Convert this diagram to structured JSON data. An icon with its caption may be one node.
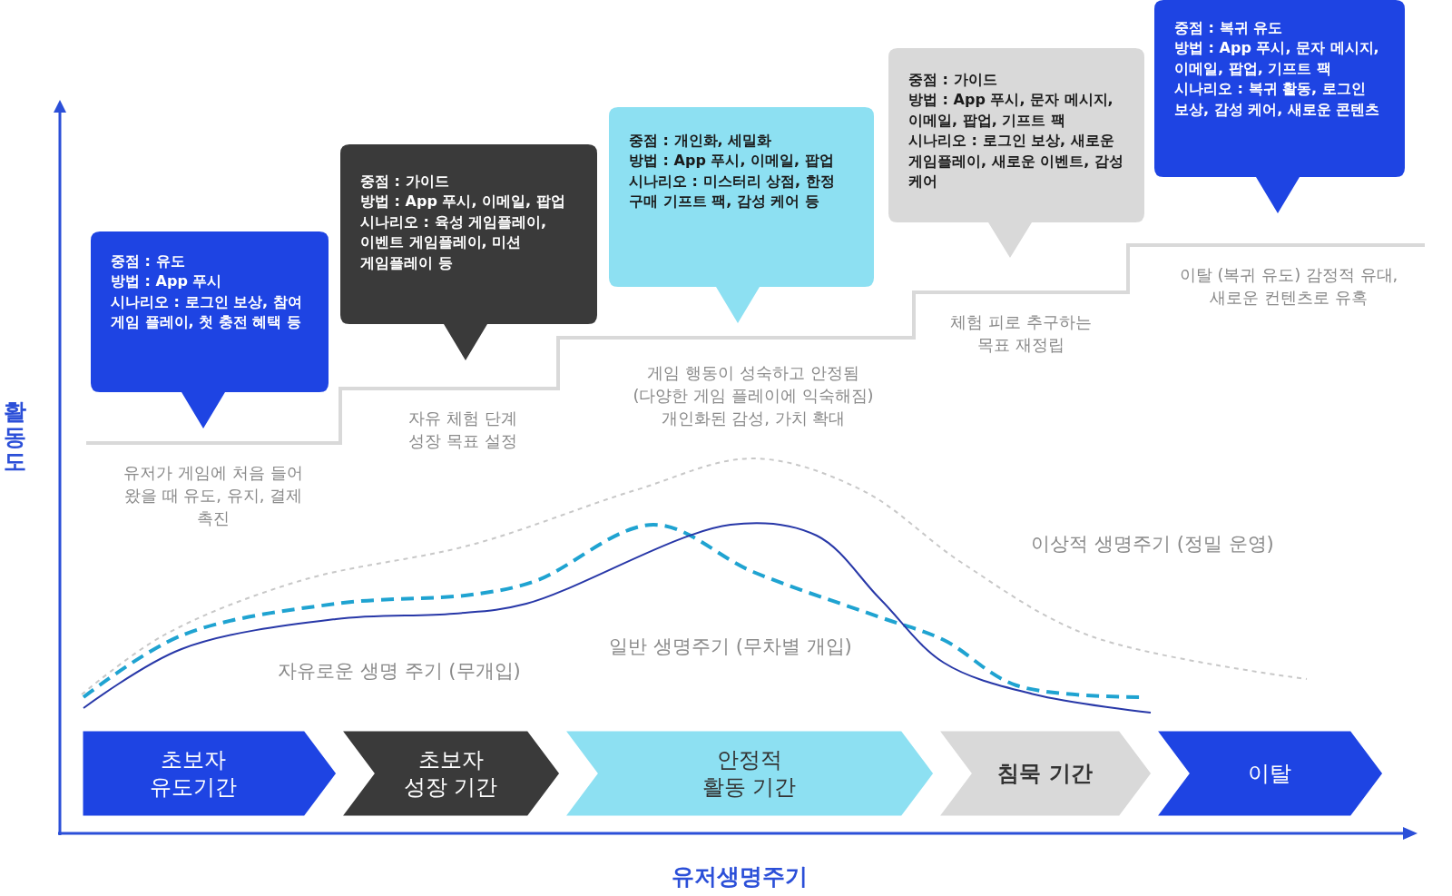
{
  "diagram": {
    "nodes": [
      {
        "text": [
          "중점 : 유도",
          "방법 : App 푸시",
          "시나리오 : 로그인 보상, 참여 게임 플레이, 첫 충전 혜택 등"
        ]
      },
      {
        "text": [
          "중점 : 가이드",
          "방법 : App 푸시, 이메일, 팝업",
          "시나리오 : 육성 게임플레이, 이벤트 게임플레이, 미션 게임플레이 등"
        ]
      },
      {
        "text": [
          "중점 : 개인화, 세밀화",
          "방법 : App 푸시, 이메일, 팝업",
          "시나리오 : 미스터리 상점, 한정 구매 기프트 팩, 감성 케어 등"
        ]
      },
      {
        "text": [
          "중점 : 가이드",
          "방법 : App 푸시, 문자 메시지, 이메일, 팝업, 기프트 팩",
          "시나리오 : 로그인 보상, 새로운 게임플레이, 새로운 이벤트, 감성 케어"
        ]
      },
      {
        "text": [
          "중점 : 복귀 유도",
          "방법 : App 푸시, 문자 메시지, 이메일, 팝업, 기프트 팩",
          "시나리오 : 복귀 활동, 로그인 보상, 감성 케어, 새로운 콘텐츠"
        ]
      },
      {
        "text": [
          "초보자 유도기간"
        ]
      },
      {
        "text": [
          "초보자 성장 기간"
        ]
      },
      {
        "text": [
          "안정적 활동 기간"
        ]
      },
      {
        "text": [
          "침묵 기간"
        ]
      },
      {
        "text": [
          "이탈"
        ]
      }
    ],
    "labels": [
      "유저가 게임에 처음 들어 왔을 때 유도, 유지, 결제 촉진",
      "자유 체험 단계 성장 목표 설정",
      "게임 행동이 성숙하고 안정됨 (다양한 게임 플레이에 익숙해짐) 개인화된 감성, 가치 확대",
      "체험 피로 추구하는 목표 재정립",
      "이탈 (복귀 유도) 감정적 유대, 새로운 컨텐츠로 유혹",
      "이상적 생명주기 (정밀 운영)",
      "일반 생명주기 (무차별 개입)",
      "자유로운 생명 주기 (무개입)",
      "활동도",
      "유저생명주기"
    ]
  }
}
